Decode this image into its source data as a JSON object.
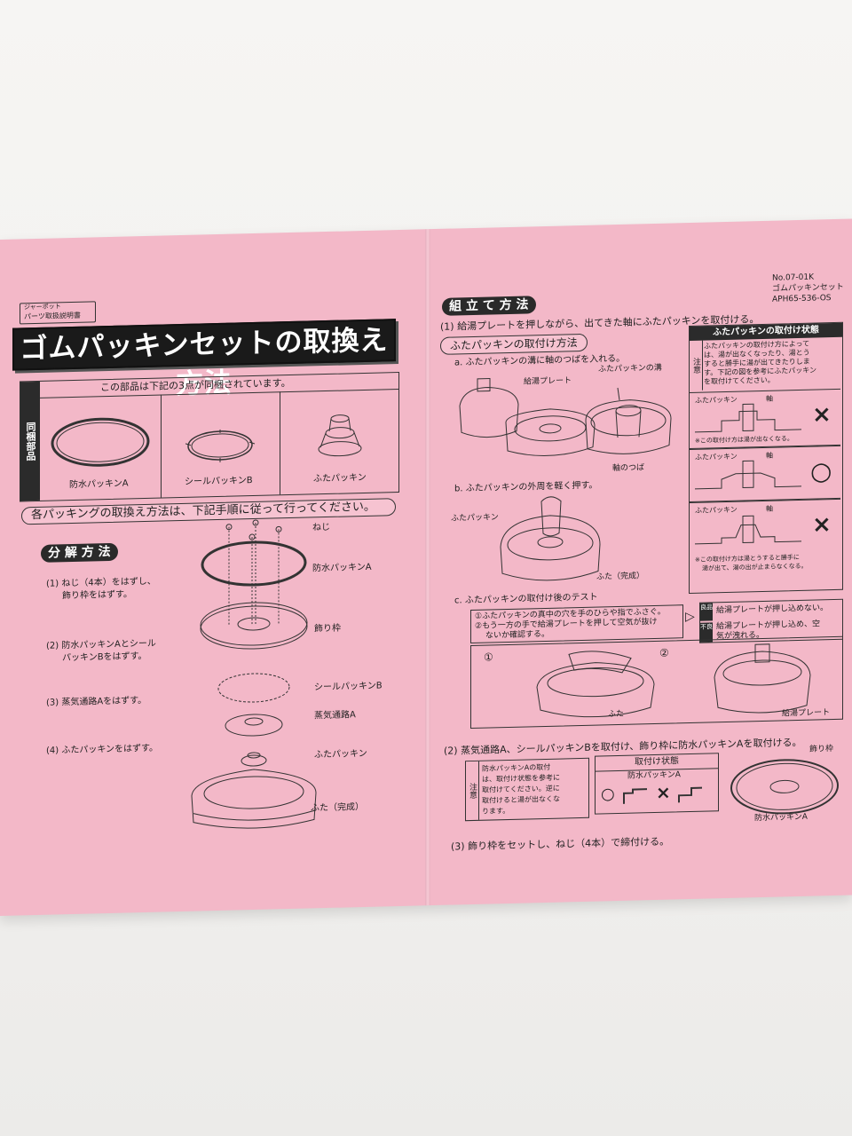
{
  "left": {
    "header_small_1": "ジャーポット",
    "header_small_2": "パーツ取扱説明書",
    "title": "ゴムパッキンセットの取換え方法",
    "bundle_note": "この部品は下記の3点が同梱されています。",
    "bundle_side_label": "同梱部品",
    "parts": [
      "防水パッキンA",
      "シールパッキンB",
      "ふたパッキン"
    ],
    "instruction_banner": "各パッキングの取換え方法は、下記手順に従って行ってください。",
    "disassembly_heading": "分 解 方 法",
    "steps": [
      "(1) ねじ（4本）をはずし、",
      "飾り枠をはずす。",
      "(2) 防水パッキンAとシール",
      "パッキンBをはずす。",
      "(3) 蒸気通路Aをはずす。",
      "(4) ふたパッキンをはずす。"
    ],
    "diagram_labels": [
      "ねじ",
      "防水パッキンA",
      "飾り枠",
      "シールパッキンB",
      "蒸気通路A",
      "ふたパッキン",
      "ふた（完成）"
    ]
  },
  "right": {
    "doc_no": "No.07-01K",
    "doc_name": "ゴムパッキンセット",
    "doc_code": "APH65-536-OS",
    "assembly_heading": "組 立 て 方 法",
    "step1": "(1) 給湯プレートを押しながら、出てきた軸にふたパッキンを取付ける。",
    "lid_section": "ふたパッキンの取付け方法",
    "step_a": "a. ふたパッキンの溝に軸のつばを入れる。",
    "label_plate": "給湯プレート",
    "label_groove": "ふたパッキンの溝",
    "label_flange": "軸のつば",
    "step_b": "b. ふたパッキンの外周を軽く押す。",
    "label_lid_packing": "ふたパッキン",
    "label_lid_done": "ふた（完成）",
    "step_c": "c. ふたパッキンの取付け後のテスト",
    "test_1": "①ふたパッキンの真中の穴を手のひらや指でふさぐ。",
    "test_2": "②もう一方の手で給湯プレートを押して空気が抜け",
    "test_3": "ないか確認する。",
    "result_good_tag": "良品",
    "result_bad_tag": "不良",
    "result_good": "給湯プレートが押し込めない。",
    "result_bad_1": "給湯プレートが押し込め、空",
    "result_bad_2": "気が洩れる。",
    "circle_1": "①",
    "circle_2": "②",
    "label_lid": "ふた",
    "label_plate2": "給湯プレート",
    "state_heading": "ふたパッキンの取付け状態",
    "caution_tag": "注意",
    "caution_lines": [
      "ふたパッキンの取付け方によって",
      "は、湯が出なくなったり、湯とう",
      "すると勝手に湯が出てきたりしま",
      "す。下記の図を参考にふたパッキン",
      "を取付けてください。"
    ],
    "state_label": "ふたパッキン",
    "state_axis": "軸",
    "state_note_1": "※この取付け方は湯が出なくなる。",
    "state_note_2a": "※この取付け方は湯とうすると勝手に",
    "state_note_2b": "湯が出て、湯の出が止まらなくなる。",
    "mark_x": "×",
    "mark_o": "○",
    "step2": "(2) 蒸気通路A、シールパッキンBを取付け、飾り枠に防水パッキンAを取付ける。",
    "caution2_lines": [
      "防水パッキンAの取付",
      "は、取付け状態を参考に",
      "取付けてください。逆に",
      "取付けると湯が出なくな",
      "ります。"
    ],
    "state2_heading": "取付け状態",
    "state2_label": "防水パッキンA",
    "label_frame": "飾り枠",
    "label_waterproof": "防水パッキンA",
    "step3": "(3) 飾り枠をセットし、ねじ（4本）で締付ける。"
  },
  "colors": {
    "paper": "#f3b8c8",
    "ink": "#222222",
    "background": "#f3f2f0"
  }
}
